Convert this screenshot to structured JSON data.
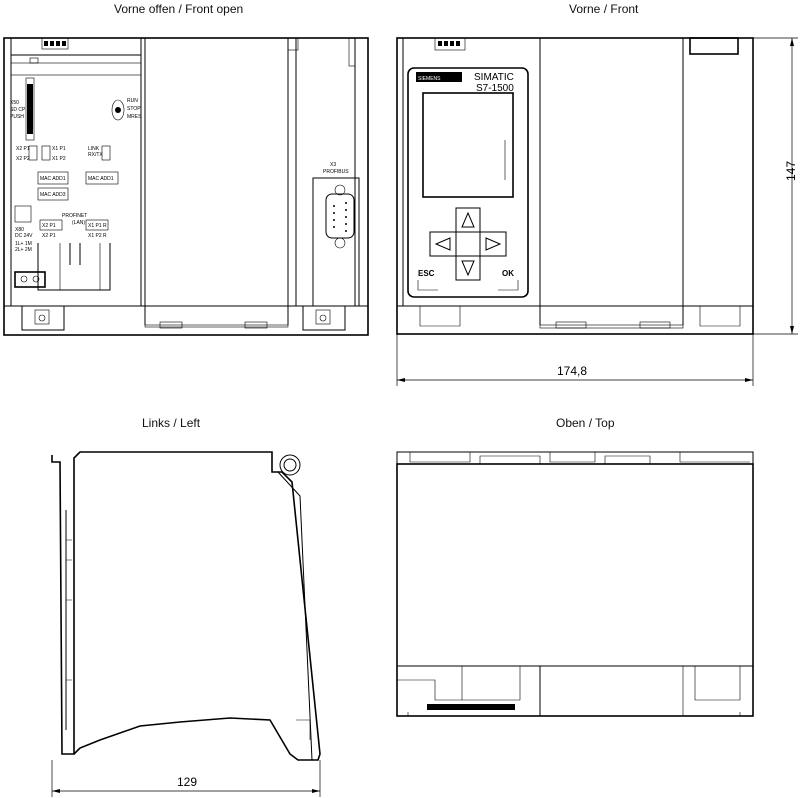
{
  "views": {
    "front_open": {
      "title": "Vorne offen / Front open"
    },
    "front": {
      "title": "Vorne / Front"
    },
    "left": {
      "title": "Links / Left"
    },
    "top": {
      "title": "Oben / Top"
    }
  },
  "dimensions": {
    "height": "147",
    "width": "174,8",
    "depth": "129"
  },
  "panel": {
    "brand": "SIEMENS",
    "product_line": "SIMATIC",
    "model": "S7-1500",
    "esc_label": "ESC",
    "ok_label": "OK"
  }
}
